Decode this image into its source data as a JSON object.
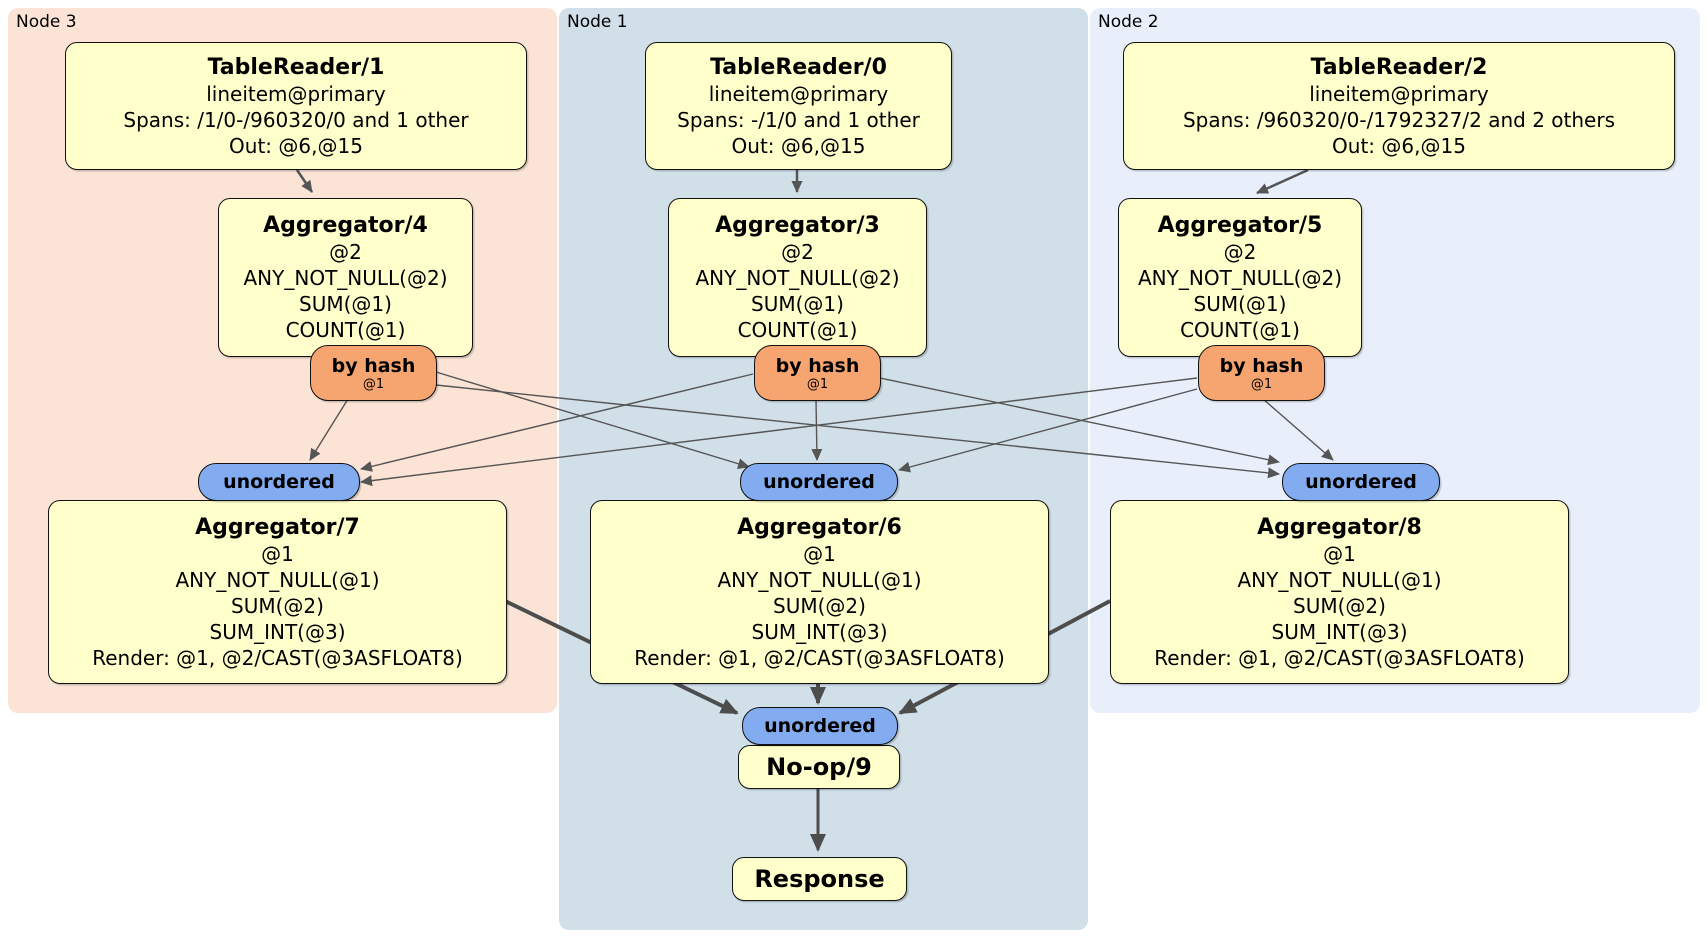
{
  "colors": {
    "panel_node3": "#fbe3d6",
    "panel_node1": "#d0dfe8",
    "panel_node2": "#e9effa",
    "processor_fill": "#ffffcc",
    "router_fill": "#f6a571",
    "sync_fill": "#82abf0",
    "edge": "#555555"
  },
  "panels": {
    "node3": {
      "label": "Node 3"
    },
    "node1": {
      "label": "Node 1"
    },
    "node2": {
      "label": "Node 2"
    }
  },
  "processors": {
    "tablereader1": {
      "title": "TableReader/1",
      "lines": [
        "lineitem@primary",
        "Spans: /1/0-/960320/0 and 1 other",
        "Out: @6,@15"
      ]
    },
    "tablereader0": {
      "title": "TableReader/0",
      "lines": [
        "lineitem@primary",
        "Spans: -/1/0 and 1 other",
        "Out: @6,@15"
      ]
    },
    "tablereader2": {
      "title": "TableReader/2",
      "lines": [
        "lineitem@primary",
        "Spans: /960320/0-/1792327/2 and 2 others",
        "Out: @6,@15"
      ]
    },
    "aggregator4": {
      "title": "Aggregator/4",
      "lines": [
        "@2",
        "ANY_NOT_NULL(@2)",
        "SUM(@1)",
        "COUNT(@1)"
      ]
    },
    "aggregator3": {
      "title": "Aggregator/3",
      "lines": [
        "@2",
        "ANY_NOT_NULL(@2)",
        "SUM(@1)",
        "COUNT(@1)"
      ]
    },
    "aggregator5": {
      "title": "Aggregator/5",
      "lines": [
        "@2",
        "ANY_NOT_NULL(@2)",
        "SUM(@1)",
        "COUNT(@1)"
      ]
    },
    "aggregator7": {
      "title": "Aggregator/7",
      "lines": [
        "@1",
        "ANY_NOT_NULL(@1)",
        "SUM(@2)",
        "SUM_INT(@3)",
        "Render: @1, @2/CAST(@3ASFLOAT8)"
      ]
    },
    "aggregator6": {
      "title": "Aggregator/6",
      "lines": [
        "@1",
        "ANY_NOT_NULL(@1)",
        "SUM(@2)",
        "SUM_INT(@3)",
        "Render: @1, @2/CAST(@3ASFLOAT8)"
      ]
    },
    "aggregator8": {
      "title": "Aggregator/8",
      "lines": [
        "@1",
        "ANY_NOT_NULL(@1)",
        "SUM(@2)",
        "SUM_INT(@3)",
        "Render: @1, @2/CAST(@3ASFLOAT8)"
      ]
    },
    "noop9": {
      "title": "No-op/9"
    },
    "response": {
      "title": "Response"
    }
  },
  "routers": {
    "byhash4": {
      "label": "by hash",
      "key": "@1"
    },
    "byhash3": {
      "label": "by hash",
      "key": "@1"
    },
    "byhash5": {
      "label": "by hash",
      "key": "@1"
    }
  },
  "syncs": {
    "unordered7": {
      "label": "unordered"
    },
    "unordered6": {
      "label": "unordered"
    },
    "unordered8": {
      "label": "unordered"
    },
    "unordered9": {
      "label": "unordered"
    }
  }
}
